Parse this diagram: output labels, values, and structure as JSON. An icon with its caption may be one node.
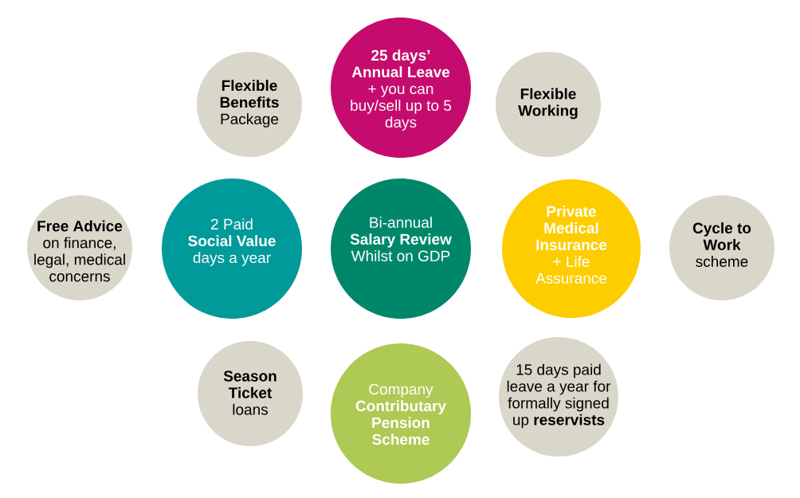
{
  "diagram": {
    "nodes": [
      {
        "text": [
          "**Flexible Benefits** Package"
        ]
      },
      {
        "text": [
          "**25 days’ Annual Leave** + you can buy/sell up to 5 days"
        ]
      },
      {
        "text": [
          "Flexible Working"
        ]
      },
      {
        "text": [
          "**Free Advice** on finance, legal, medical concerns"
        ]
      },
      {
        "text": [
          "2 Paid **Social Value** days a year"
        ]
      },
      {
        "text": [
          "Bi-annual **Salary Review** Whilst on GDP"
        ]
      },
      {
        "text": [
          "**Private Medical Insurance** + Life Assurance"
        ]
      },
      {
        "text": [
          "**Cycle to Work** scheme"
        ]
      },
      {
        "text": [
          "**Season Ticket** loans"
        ]
      },
      {
        "text": [
          "Company **Contributary Pension Scheme**"
        ]
      },
      {
        "text": [
          "15 days paid leave a year for formally signed up **reservists**"
        ]
      }
    ]
  }
}
